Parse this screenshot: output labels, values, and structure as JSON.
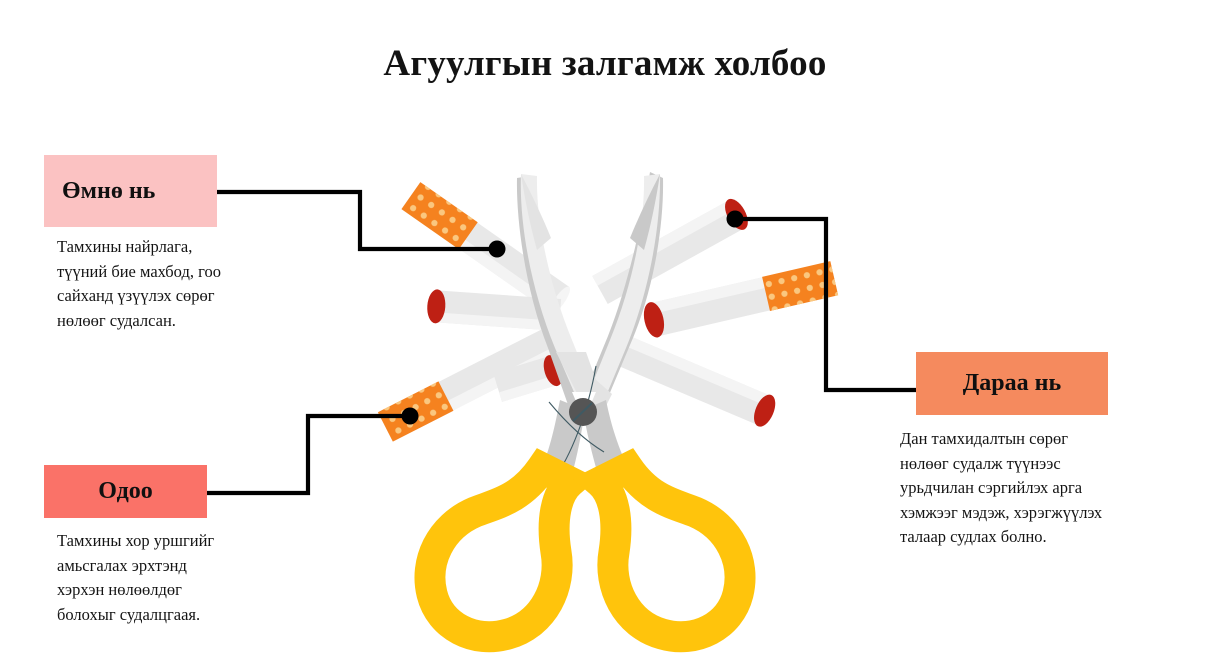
{
  "page": {
    "title": "Агуулгын залгамж холбоо",
    "background_color": "#ffffff"
  },
  "callouts": [
    {
      "id": "before",
      "chip_label": "Өмнө нь",
      "chip_color": "#FBC2C2",
      "body": "Тамхины найрлага,\nтүүний бие махбод, гоо\nсайханд үзүүлэх сөрөг\nнөлөөг судалсан."
    },
    {
      "id": "now",
      "chip_label": "Одоо",
      "chip_color": "#FA7268",
      "body": "Тамхины хор уршгийг\nамьсгалах эрхтэнд\nхэрхэн нөлөөлдөг\nболохыг судалцгаая."
    },
    {
      "id": "after",
      "chip_label": "Дараа нь",
      "chip_color": "#F58A5E",
      "body": "Дан тамхидалтын сөрөг\nнөлөөг судалж түүнээс\nурьдчилан сэргийлэх арга\nхэмжээг мэдэж, хэрэгжүүлэх\nталаар судлах болно."
    }
  ],
  "illustration": {
    "name": "scissors-cutting-cigarettes",
    "scissors": {
      "handle_color": "#FFC40C",
      "blade_light": "#EDEDED",
      "blade_mid": "#C9C9C9",
      "pivot_color": "#555555"
    },
    "cigarettes": {
      "count": 7,
      "paper_color": "#E8E8E8",
      "paper_highlight": "#F4F4F4",
      "filter_color": "#F5821F",
      "filter_dot_color": "#FAC77F",
      "ember_color": "#BE2014"
    },
    "connector_color": "#000000",
    "connector_dots": 3
  }
}
